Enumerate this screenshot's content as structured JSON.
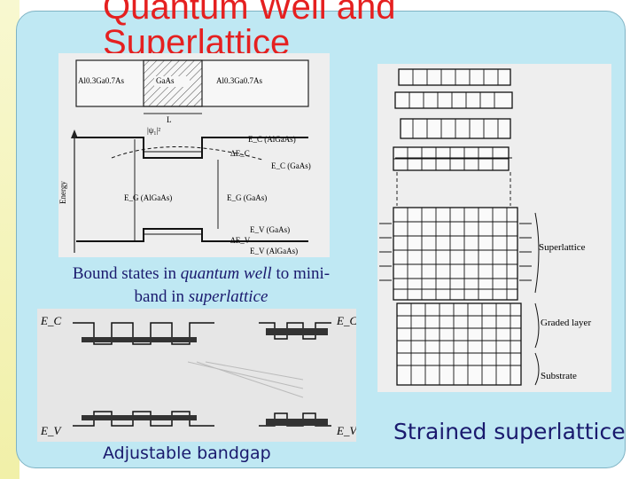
{
  "slide": {
    "title": "Quantum Well and Superlattice",
    "caption_bound_prefix": "Bound states in ",
    "caption_bound_qw": "quantum well",
    "caption_bound_mid": " to mini-band in ",
    "caption_bound_sl": "superlattice",
    "caption_bandgap": "Adjustable bandgap",
    "caption_strained": "Strained superlattice"
  },
  "fig_quantum_well": {
    "layer_left": "Al0.3Ga0.7As",
    "layer_center": "GaAs",
    "layer_right": "Al0.3Ga0.7As",
    "width_label": "L",
    "wavefunction_label": "|ψ₁|²",
    "ec_algaas": "E_C (AlGaAs)",
    "delta_ec": "ΔE_C",
    "ec_gaas": "E_C (GaAs)",
    "energy_axis": "Energy",
    "eg_algaas": "E_G (AlGaAs)",
    "eg_gaas": "E_G (GaAs)",
    "ev_gaas": "E_V (GaAs)",
    "delta_ev": "ΔE_V",
    "ev_algaas": "E_V (AlGaAs)"
  },
  "fig_strained": {
    "label_superlattice": "Superlattice",
    "label_graded": "Graded layer",
    "label_substrate": "Substrate"
  },
  "fig_bandgap": {
    "ec_left": "E_C",
    "ec_right": "E_C",
    "ev_left": "E_V",
    "ev_right": "E_V"
  }
}
